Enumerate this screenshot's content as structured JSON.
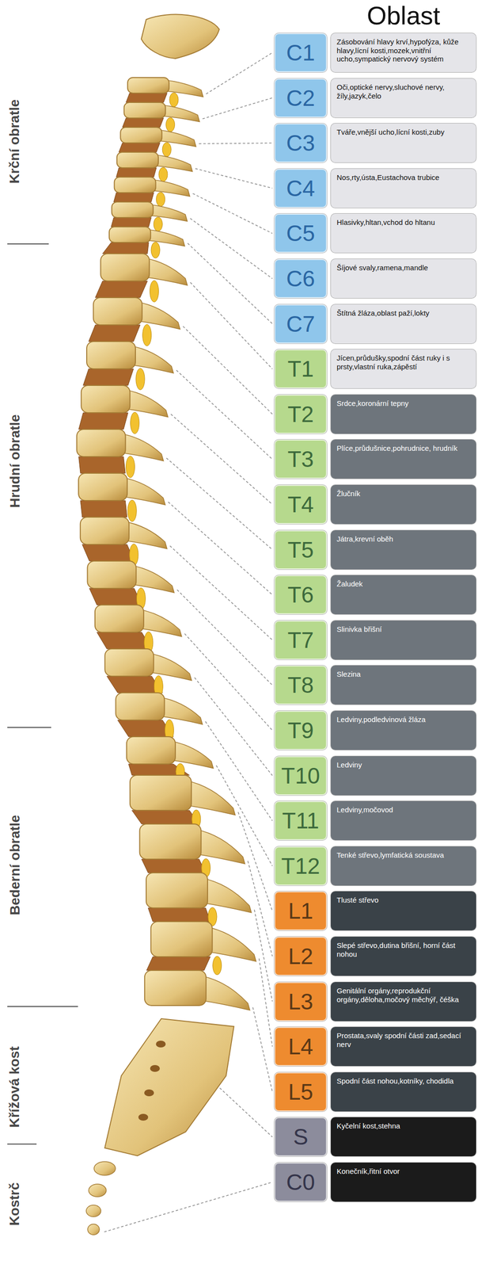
{
  "diagram": {
    "title": "Oblast",
    "nodes": [
      {
        "text": [
          "C1"
        ]
      },
      {
        "text": [
          "Zásobování hlavy krví,hypofýza, kůže hlavy,lícní kosti,mozek,vnitřní ucho,sympatický nervový systém"
        ]
      },
      {
        "text": [
          "C2"
        ]
      },
      {
        "text": [
          "Oči,optické nervy,sluchové nervy, žíly,jazyk,čelo"
        ]
      },
      {
        "text": [
          "C3"
        ]
      },
      {
        "text": [
          "Tváře,vnější ucho,lícní kosti,zuby"
        ]
      },
      {
        "text": [
          "C4"
        ]
      },
      {
        "text": [
          "Nos,rty,ústa,Eustachova trubice"
        ]
      },
      {
        "text": [
          "C5"
        ]
      },
      {
        "text": [
          "Hlasivky,hltan,vchod do hltanu"
        ]
      },
      {
        "text": [
          "C6"
        ]
      },
      {
        "text": [
          "Šíjové svaly,ramena,mandle"
        ]
      },
      {
        "text": [
          "C7"
        ]
      },
      {
        "text": [
          "Štítná žláza,oblast paží,lokty"
        ]
      },
      {
        "text": [
          "T1"
        ]
      },
      {
        "text": [
          "Jícen,průdušky,spodní část ruky i s prsty,vlastní ruka,zápěstí"
        ]
      },
      {
        "text": [
          "T2"
        ]
      },
      {
        "text": [
          "Srdce,koronární tepny"
        ]
      },
      {
        "text": [
          "T3"
        ]
      },
      {
        "text": [
          "Plíce,průdušnice,pohrudnice, hrudník"
        ]
      },
      {
        "text": [
          "T4"
        ]
      },
      {
        "text": [
          "Žlučník"
        ]
      },
      {
        "text": [
          "T5"
        ]
      },
      {
        "text": [
          "Játra,krevní oběh"
        ]
      },
      {
        "text": [
          "T6"
        ]
      },
      {
        "text": [
          "Žaludek"
        ]
      },
      {
        "text": [
          "T7"
        ]
      },
      {
        "text": [
          "Slinivka břišní"
        ]
      },
      {
        "text": [
          "T8"
        ]
      },
      {
        "text": [
          "Slezina"
        ]
      },
      {
        "text": [
          "T9"
        ]
      },
      {
        "text": [
          "Ledviny,podledvinová žláza"
        ]
      },
      {
        "text": [
          "T10"
        ]
      },
      {
        "text": [
          "Ledviny"
        ]
      },
      {
        "text": [
          "T11"
        ]
      },
      {
        "text": [
          "Ledviny,močovod"
        ]
      },
      {
        "text": [
          "T12"
        ]
      },
      {
        "text": [
          "Tenké střevo,lymfatická soustava"
        ]
      },
      {
        "text": [
          "L1"
        ]
      },
      {
        "text": [
          "Tlusté střevo"
        ]
      },
      {
        "text": [
          "L2"
        ]
      },
      {
        "text": [
          "Slepé střevo,dutina břišní, horní část nohou"
        ]
      },
      {
        "text": [
          "L3"
        ]
      },
      {
        "text": [
          "Genitální orgány,reprodukční orgány,děloha,močový měchýř, čéška"
        ]
      },
      {
        "text": [
          "L4"
        ]
      },
      {
        "text": [
          "Prostata,svaly spodní části zad,sedací nerv"
        ]
      },
      {
        "text": [
          "L5"
        ]
      },
      {
        "text": [
          "Spodní část nohou,kotníky, chodidla"
        ]
      },
      {
        "text": [
          "S"
        ]
      },
      {
        "text": [
          "Kyčelní kost,stehna"
        ]
      },
      {
        "text": [
          "C0"
        ]
      },
      {
        "text": [
          "Konečník,řitní otvor"
        ]
      }
    ],
    "labels": [
      "Krční obratle",
      "Hrudní obratle",
      "Bederní obratle",
      "Křížová kost",
      "Kostrč"
    ]
  }
}
